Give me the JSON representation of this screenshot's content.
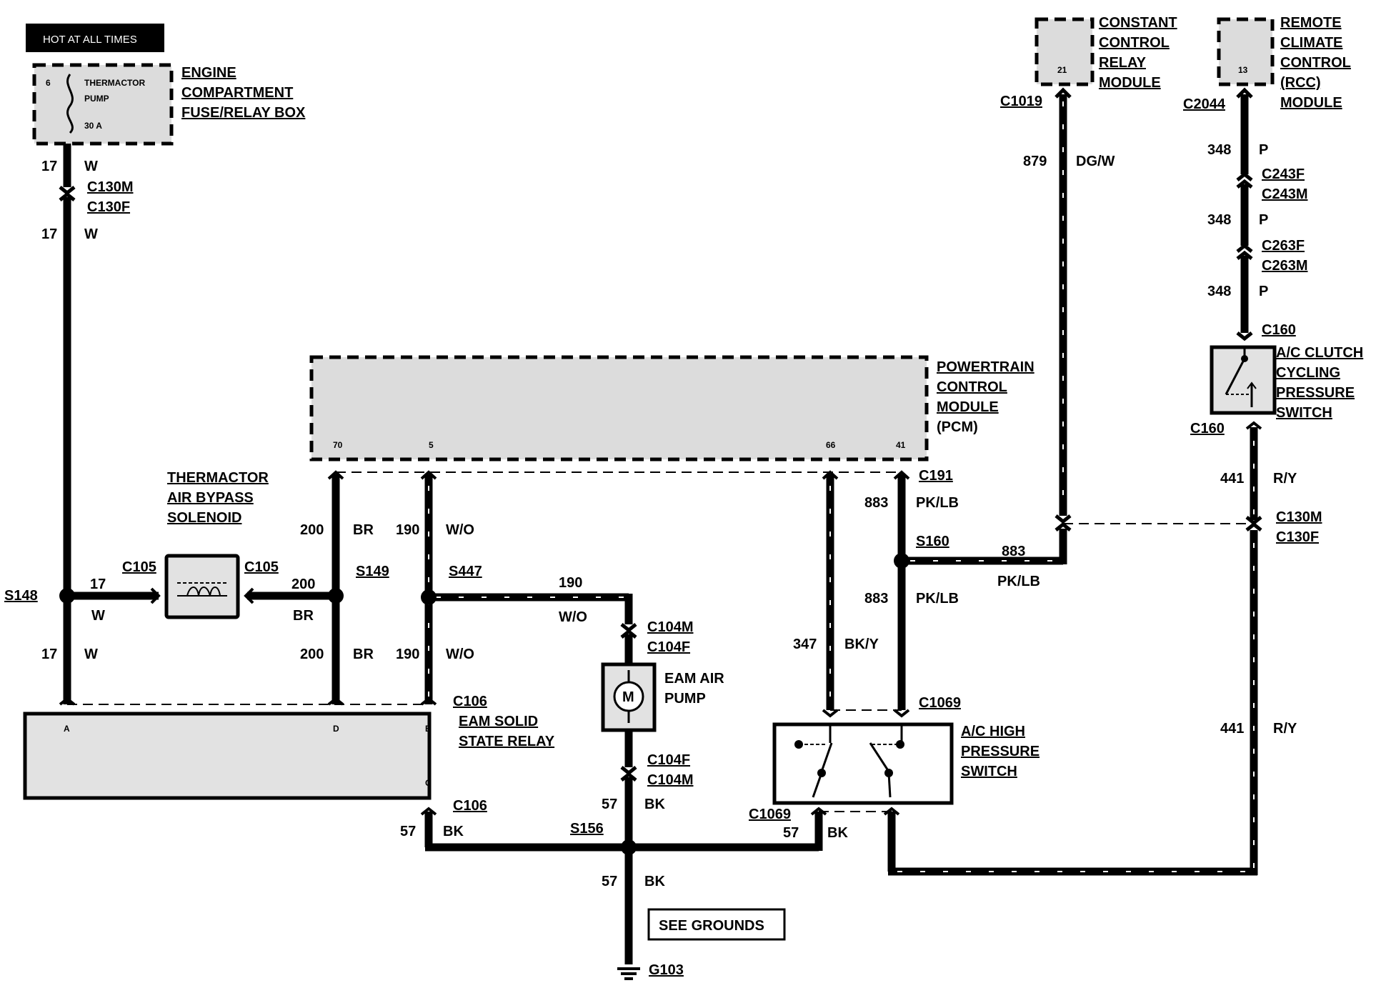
{
  "power_header": "HOT AT ALL TIMES",
  "fuse_box": {
    "name": [
      "ENGINE",
      "COMPARTMENT",
      "FUSE/RELAY BOX"
    ],
    "fuse_number": "6",
    "fuse_name": [
      "THERMACTOR",
      "PUMP"
    ],
    "fuse_rating": "30 A"
  },
  "ccrm": {
    "name": [
      "CONSTANT",
      "CONTROL",
      "RELAY",
      "MODULE"
    ],
    "pin": "21",
    "connector": "C1019"
  },
  "rcc": {
    "name": [
      "REMOTE",
      "CLIMATE",
      "CONTROL",
      "(RCC)",
      "MODULE"
    ],
    "pin": "13",
    "connector": "C2044"
  },
  "pcm": {
    "name": [
      "POWERTRAIN",
      "CONTROL",
      "MODULE",
      "(PCM)"
    ],
    "pins": [
      "70",
      "5",
      "66",
      "41"
    ]
  },
  "solenoid": {
    "name": [
      "THERMACTOR",
      "AIR BYPASS",
      "SOLENOID"
    ],
    "connector_left": "C105",
    "connector_right": "C105"
  },
  "relay": {
    "name": [
      "EAM SOLID",
      "STATE RELAY"
    ],
    "connector_top": "C106",
    "connector_bottom": "C106",
    "pins": [
      "A",
      "D",
      "B",
      "C"
    ]
  },
  "pump": {
    "name": [
      "EAM AIR",
      "PUMP"
    ],
    "symbol": "M",
    "conn_top": [
      "C104M",
      "C104F"
    ],
    "conn_bottom": [
      "C104F",
      "C104M"
    ]
  },
  "hp_switch": {
    "name": [
      "A/C HIGH",
      "PRESSURE",
      "SWITCH"
    ],
    "connector_top": "C1069",
    "connector_bottom": "C1069"
  },
  "cc_switch": {
    "name": [
      "A/C CLUTCH",
      "CYCLING",
      "PRESSURE",
      "SWITCH"
    ],
    "connector_top": "C160",
    "connector_bottom": "C160"
  },
  "connectors": {
    "c130_top": [
      "C130M",
      "C130F"
    ],
    "c243": [
      "C243F",
      "C243M"
    ],
    "c263": [
      "C263F",
      "C263M"
    ],
    "c130_right": [
      "C130M",
      "C130F"
    ],
    "c191": "C191"
  },
  "splices": {
    "s148": "S148",
    "s149": "S149",
    "s447": "S447",
    "s160": "S160",
    "s156": "S156"
  },
  "circuits": {
    "c17": "17",
    "w": "W",
    "c200": "200",
    "br": "BR",
    "c190": "190",
    "wo": "W/O",
    "c883": "883",
    "pklb": "PK/LB",
    "c347": "347",
    "bky": "BK/Y",
    "c879": "879",
    "dgw": "DG/W",
    "c348": "348",
    "p": "P",
    "c441": "441",
    "ry": "R/Y",
    "c57": "57",
    "bk": "BK"
  },
  "see_grounds": "SEE GROUNDS",
  "ground": "G103"
}
